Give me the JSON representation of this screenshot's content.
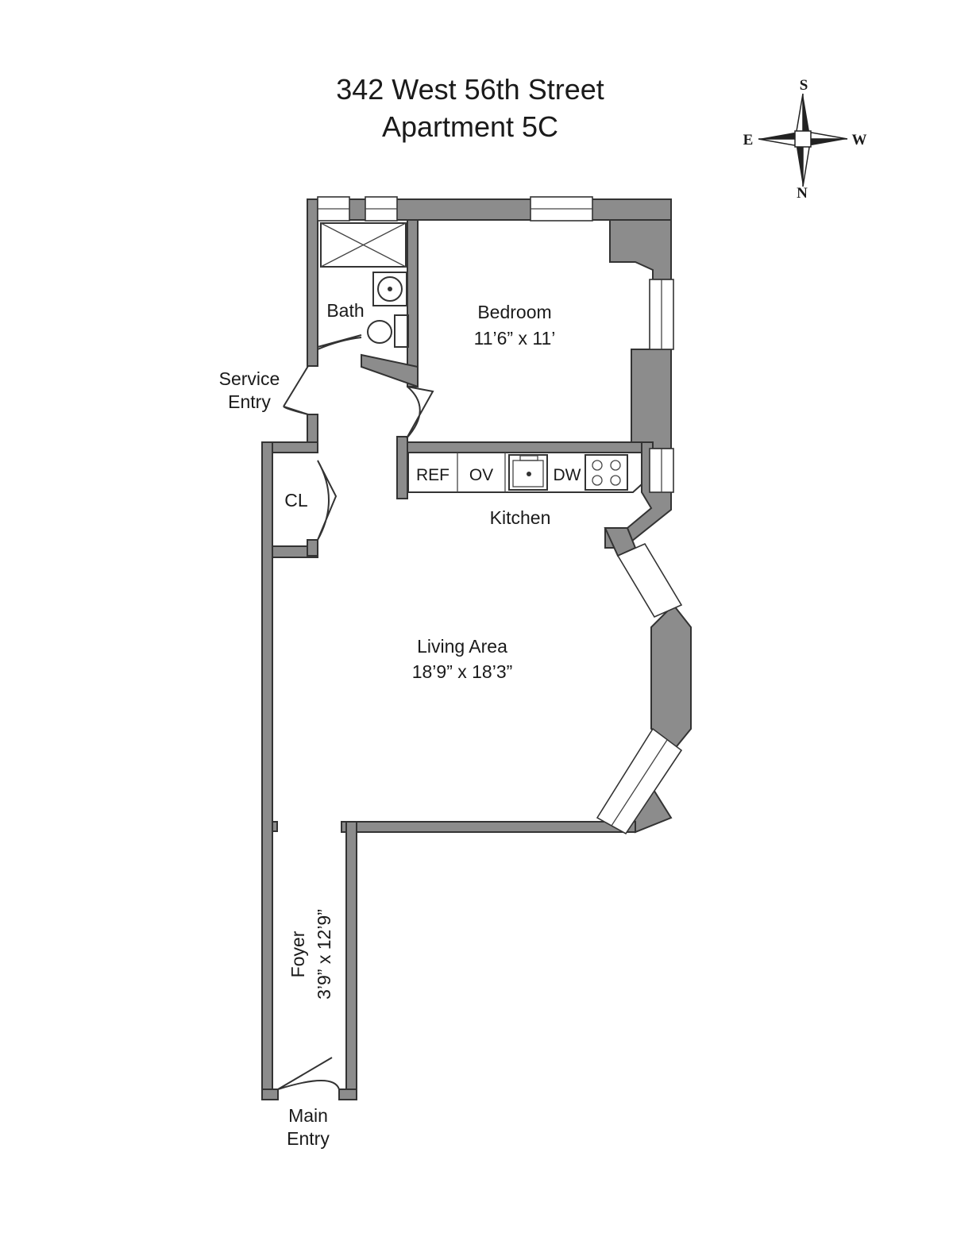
{
  "title": {
    "line1": "342 West 56th Street",
    "line2": "Apartment 5C"
  },
  "compass": {
    "top": "S",
    "bottom": "N",
    "left": "E",
    "right": "W"
  },
  "rooms": {
    "bath": "Bath",
    "bedroom_name": "Bedroom",
    "bedroom_size": "11’6” x 11’",
    "service_entry_line1": "Service",
    "service_entry_line2": "Entry",
    "closet": "CL",
    "kitchen": "Kitchen",
    "living_name": "Living Area",
    "living_size": "18’9” x 18’3”",
    "foyer_name": "Foyer",
    "foyer_size": "3’9” x 12’9”",
    "main_entry_line1": "Main",
    "main_entry_line2": "Entry"
  },
  "appliances": {
    "refrigerator": "REF",
    "oven": "OV",
    "dishwasher": "DW"
  }
}
